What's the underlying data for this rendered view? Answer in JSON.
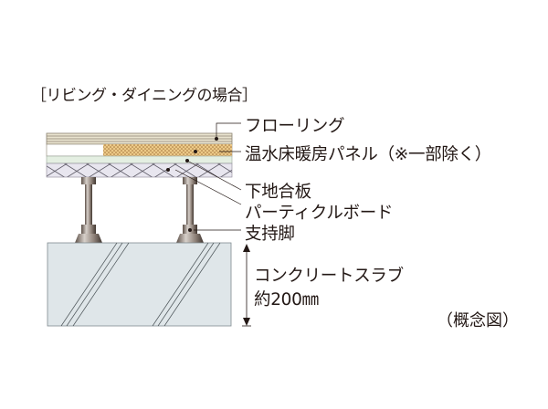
{
  "title": "［リビング・ダイニングの場合］",
  "labels": {
    "flooring": "フローリング",
    "heating_panel": "温水床暖房パネル（※一部除く）",
    "plywood": "下地合板",
    "particle_board": "パーティクルボード",
    "support_leg": "支持脚",
    "slab_line1": "コンクリートスラブ",
    "slab_line2": "約200㎜"
  },
  "note": "（概念図）",
  "colors": {
    "flooring": "#e9e3cf",
    "flooring_lines": "#8a8270",
    "heating_panel": "#e8c27a",
    "plywood": "#e4efe2",
    "particle_board": "#e6e4ee",
    "slab": "#dfe6e9",
    "leg": "#8a7d73",
    "line": "#231815"
  }
}
